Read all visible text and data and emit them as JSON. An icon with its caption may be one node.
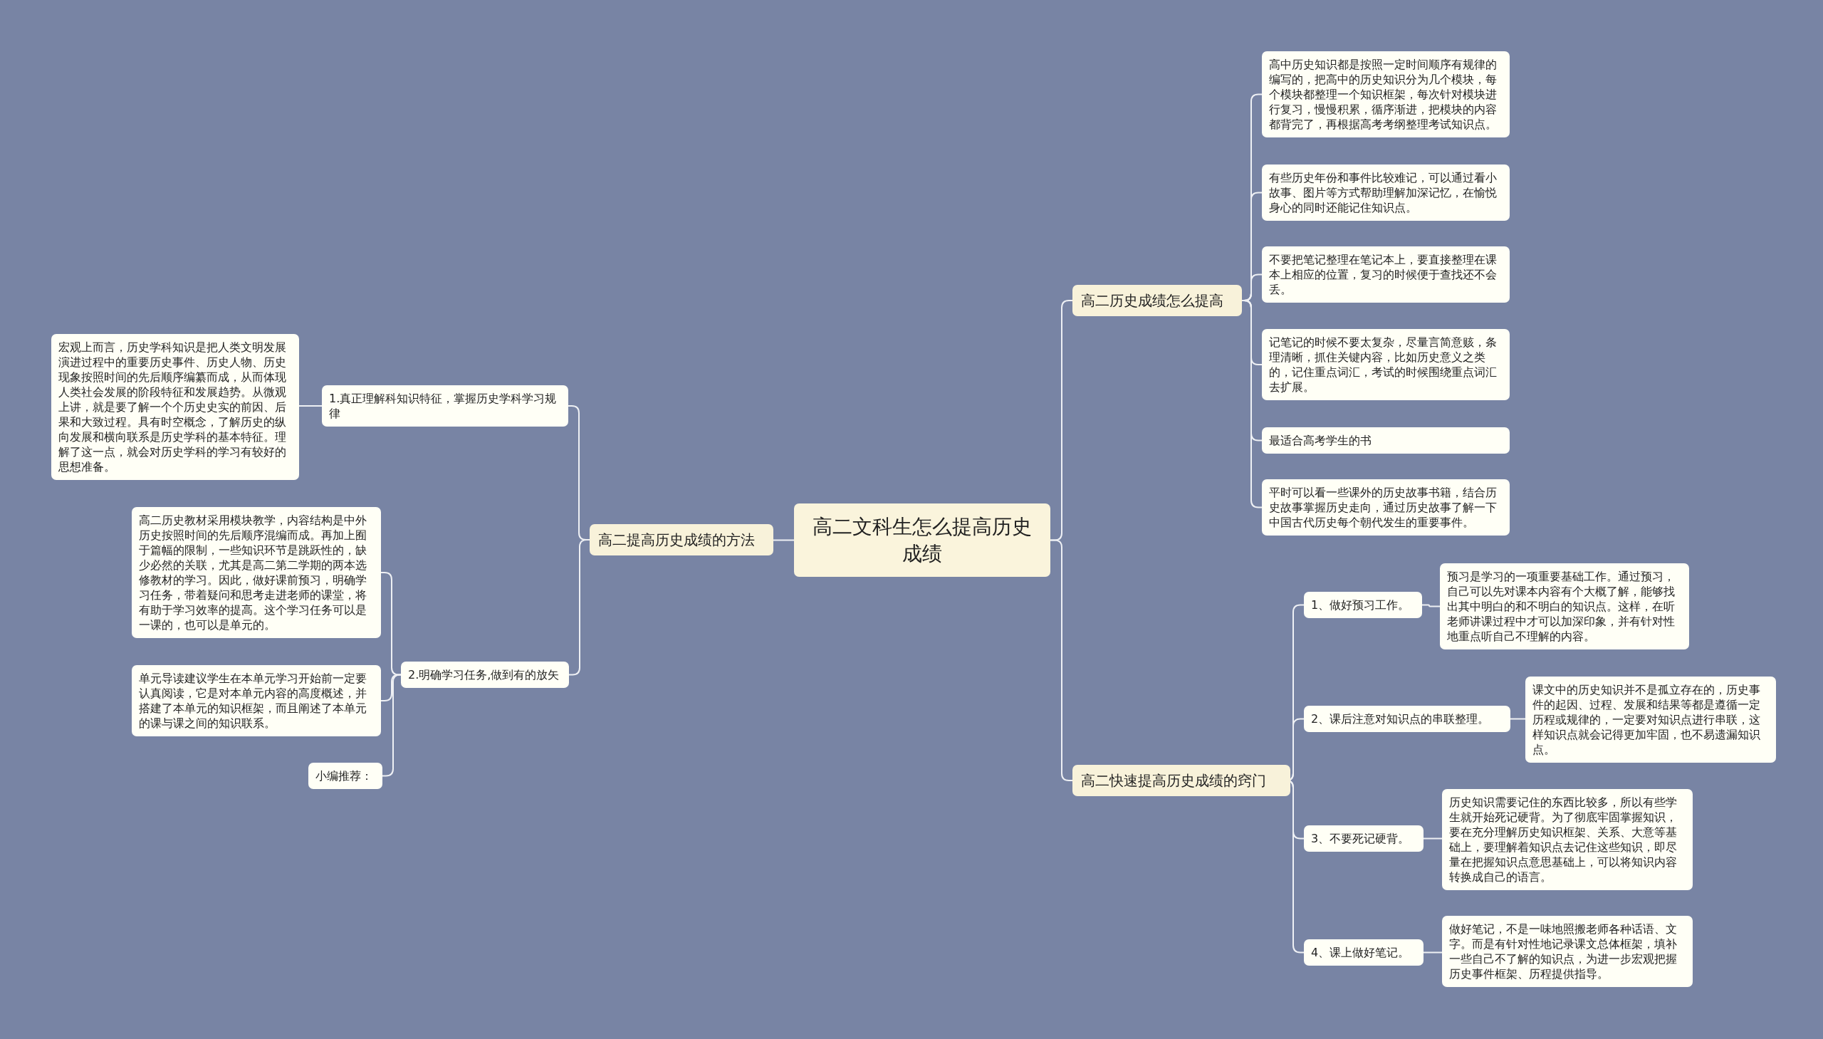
{
  "diagram": {
    "nodes": [
      {
        "text": [
          "高二文科生怎么提高历史成绩"
        ]
      },
      {
        "text": [
          "高二历史成绩怎么提高"
        ]
      },
      {
        "text": [
          "高中历史知识都是按照一定时间顺序有规律的编写的，把高中的历史知识分为几个模块，每个模块都整理一个知识框架，每次针对模块进行复习，慢慢积累，循序渐进，把模块的内容都背完了，再根据高考考纲整理考试知识点。"
        ]
      },
      {
        "text": [
          "有些历史年份和事件比较难记，可以通过看小故事、图片等方式帮助理解加深记忆，在愉悦身心的同时还能记住知识点。"
        ]
      },
      {
        "text": [
          "不要把笔记整理在笔记本上，要直接整理在课本上相应的位置，复习的时候便于查找还不会丢。"
        ]
      },
      {
        "text": [
          "记笔记的时候不要太复杂，尽量言简意赅，条理清晰，抓住关键内容，比如历史意义之类的，记住重点词汇，考试的时候围绕重点词汇去扩展。"
        ]
      },
      {
        "text": [
          "最适合高考学生的书"
        ]
      },
      {
        "text": [
          "平时可以看一些课外的历史故事书籍，结合历史故事掌握历史走向，通过历史故事了解一下中国古代历史每个朝代发生的重要事件。"
        ]
      },
      {
        "text": [
          "高二快速提高历史成绩的窍门"
        ]
      },
      {
        "text": [
          "1、做好预习工作。"
        ]
      },
      {
        "text": [
          "预习是学习的一项重要基础工作。通过预习，自己可以先对课本内容有个大概了解，能够找出其中明白的和不明白的知识点。这样，在听老师讲课过程中才可以加深印象，并有针对性地重点听自己不理解的内容。"
        ]
      },
      {
        "text": [
          "2、课后注意对知识点的串联整理。"
        ]
      },
      {
        "text": [
          "课文中的历史知识并不是孤立存在的，历史事件的起因、过程、发展和结果等都是遵循一定历程或规律的，一定要对知识点进行串联，这样知识点就会记得更加牢固，也不易遗漏知识点。"
        ]
      },
      {
        "text": [
          "3、不要死记硬背。"
        ]
      },
      {
        "text": [
          "历史知识需要记住的东西比较多，所以有些学生就开始死记硬背。为了彻底牢固掌握知识，要在充分理解历史知识框架、关系、大意等基础上，要理解着知识点去记住这些知识，即尽量在把握知识点意思基础上，可以将知识内容转换成自己的语言。"
        ]
      },
      {
        "text": [
          "4、课上做好笔记。"
        ]
      },
      {
        "text": [
          "做好笔记，不是一味地照搬老师各种话语、文字。而是有针对性地记录课文总体框架，填补一些自己不了解的知识点，为进一步宏观把握历史事件框架、历程提供指导。"
        ]
      },
      {
        "text": [
          "高二提高历史成绩的方法"
        ]
      },
      {
        "text": [
          "1.真正理解科知识特征，掌握历史学科学习规律"
        ]
      },
      {
        "text": [
          "宏观上而言，历史学科知识是把人类文明发展演进过程中的重要历史事件、历史人物、历史现象按照时间的先后顺序编纂而成，从而体现人类社会发展的阶段特征和发展趋势。从微观上讲，就是要了解一个个历史史实的前因、后果和大致过程。具有时空概念，了解历史的纵向发展和横向联系是历史学科的基本特征。理解了这一点，就会对历史学科的学习有较好的思想准备。"
        ]
      },
      {
        "text": [
          "2.明确学习任务,做到有的放矢"
        ]
      },
      {
        "text": [
          "高二历史教材采用模块教学，内容结构是中外历史按照时间的先后顺序混编而成。再加上囿于篇幅的限制，一些知识环节是跳跃性的，缺少必然的关联，尤其是高二第二学期的两本选修教材的学习。因此，做好课前预习，明确学习任务，带着疑问和思考走进老师的课堂，将有助于学习效率的提高。这个学习任务可以是一课的，也可以是单元的。"
        ]
      },
      {
        "text": [
          "单元导读建议学生在本单元学习开始前一定要认真阅读，它是对本单元内容的高度概述，并搭建了本单元的知识框架，而且阐述了本单元的课与课之间的知识联系。"
        ]
      },
      {
        "text": [
          "小编推荐："
        ]
      }
    ],
    "edges": [
      {
        "from": 0,
        "to": 1,
        "arrow": "none"
      },
      {
        "from": 0,
        "to": 8,
        "arrow": "none"
      },
      {
        "from": 0,
        "to": 17,
        "arrow": "none"
      },
      {
        "from": 1,
        "to": 2,
        "arrow": "none"
      },
      {
        "from": 1,
        "to": 3,
        "arrow": "none"
      },
      {
        "from": 1,
        "to": 4,
        "arrow": "none"
      },
      {
        "from": 1,
        "to": 5,
        "arrow": "none"
      },
      {
        "from": 1,
        "to": 6,
        "arrow": "none"
      },
      {
        "from": 1,
        "to": 7,
        "arrow": "none"
      },
      {
        "from": 8,
        "to": 9,
        "arrow": "none"
      },
      {
        "from": 8,
        "to": 11,
        "arrow": "none"
      },
      {
        "from": 8,
        "to": 13,
        "arrow": "none"
      },
      {
        "from": 8,
        "to": 15,
        "arrow": "none"
      },
      {
        "from": 9,
        "to": 10,
        "arrow": "none"
      },
      {
        "from": 11,
        "to": 12,
        "arrow": "none"
      },
      {
        "from": 13,
        "to": 14,
        "arrow": "none"
      },
      {
        "from": 15,
        "to": 16,
        "arrow": "none"
      },
      {
        "from": 17,
        "to": 18,
        "arrow": "none"
      },
      {
        "from": 17,
        "to": 20,
        "arrow": "none"
      },
      {
        "from": 18,
        "to": 19,
        "arrow": "none"
      },
      {
        "from": 20,
        "to": 21,
        "arrow": "none"
      },
      {
        "from": 20,
        "to": 22,
        "arrow": "none"
      },
      {
        "from": 20,
        "to": 23,
        "arrow": "none"
      }
    ]
  }
}
